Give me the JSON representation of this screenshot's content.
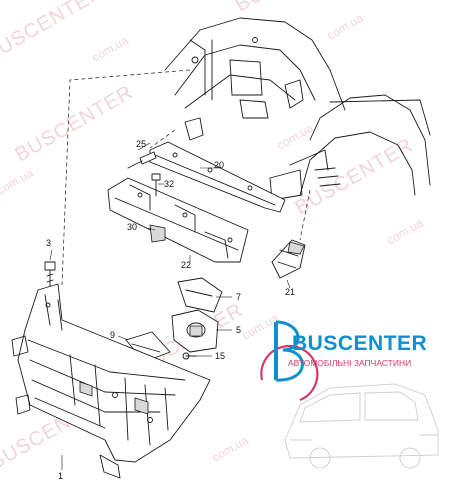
{
  "watermark": {
    "brand": "BUSCENTER",
    "site": "com.ua"
  },
  "logo": {
    "name": "BUSCENTER",
    "tagline": "АВТОМОБІЛЬНІ ЗАПЧАСТИНИ",
    "colors": {
      "primary": "#0f8fcf",
      "accent": "#d23a6a"
    }
  },
  "callouts": {
    "p1": "1",
    "p3": "3",
    "p5": "5",
    "p7": "7",
    "p9": "9",
    "p15": "15",
    "p20": "20",
    "p21": "21",
    "p22": "22",
    "p25": "25",
    "p30": "30",
    "p32": "32"
  }
}
